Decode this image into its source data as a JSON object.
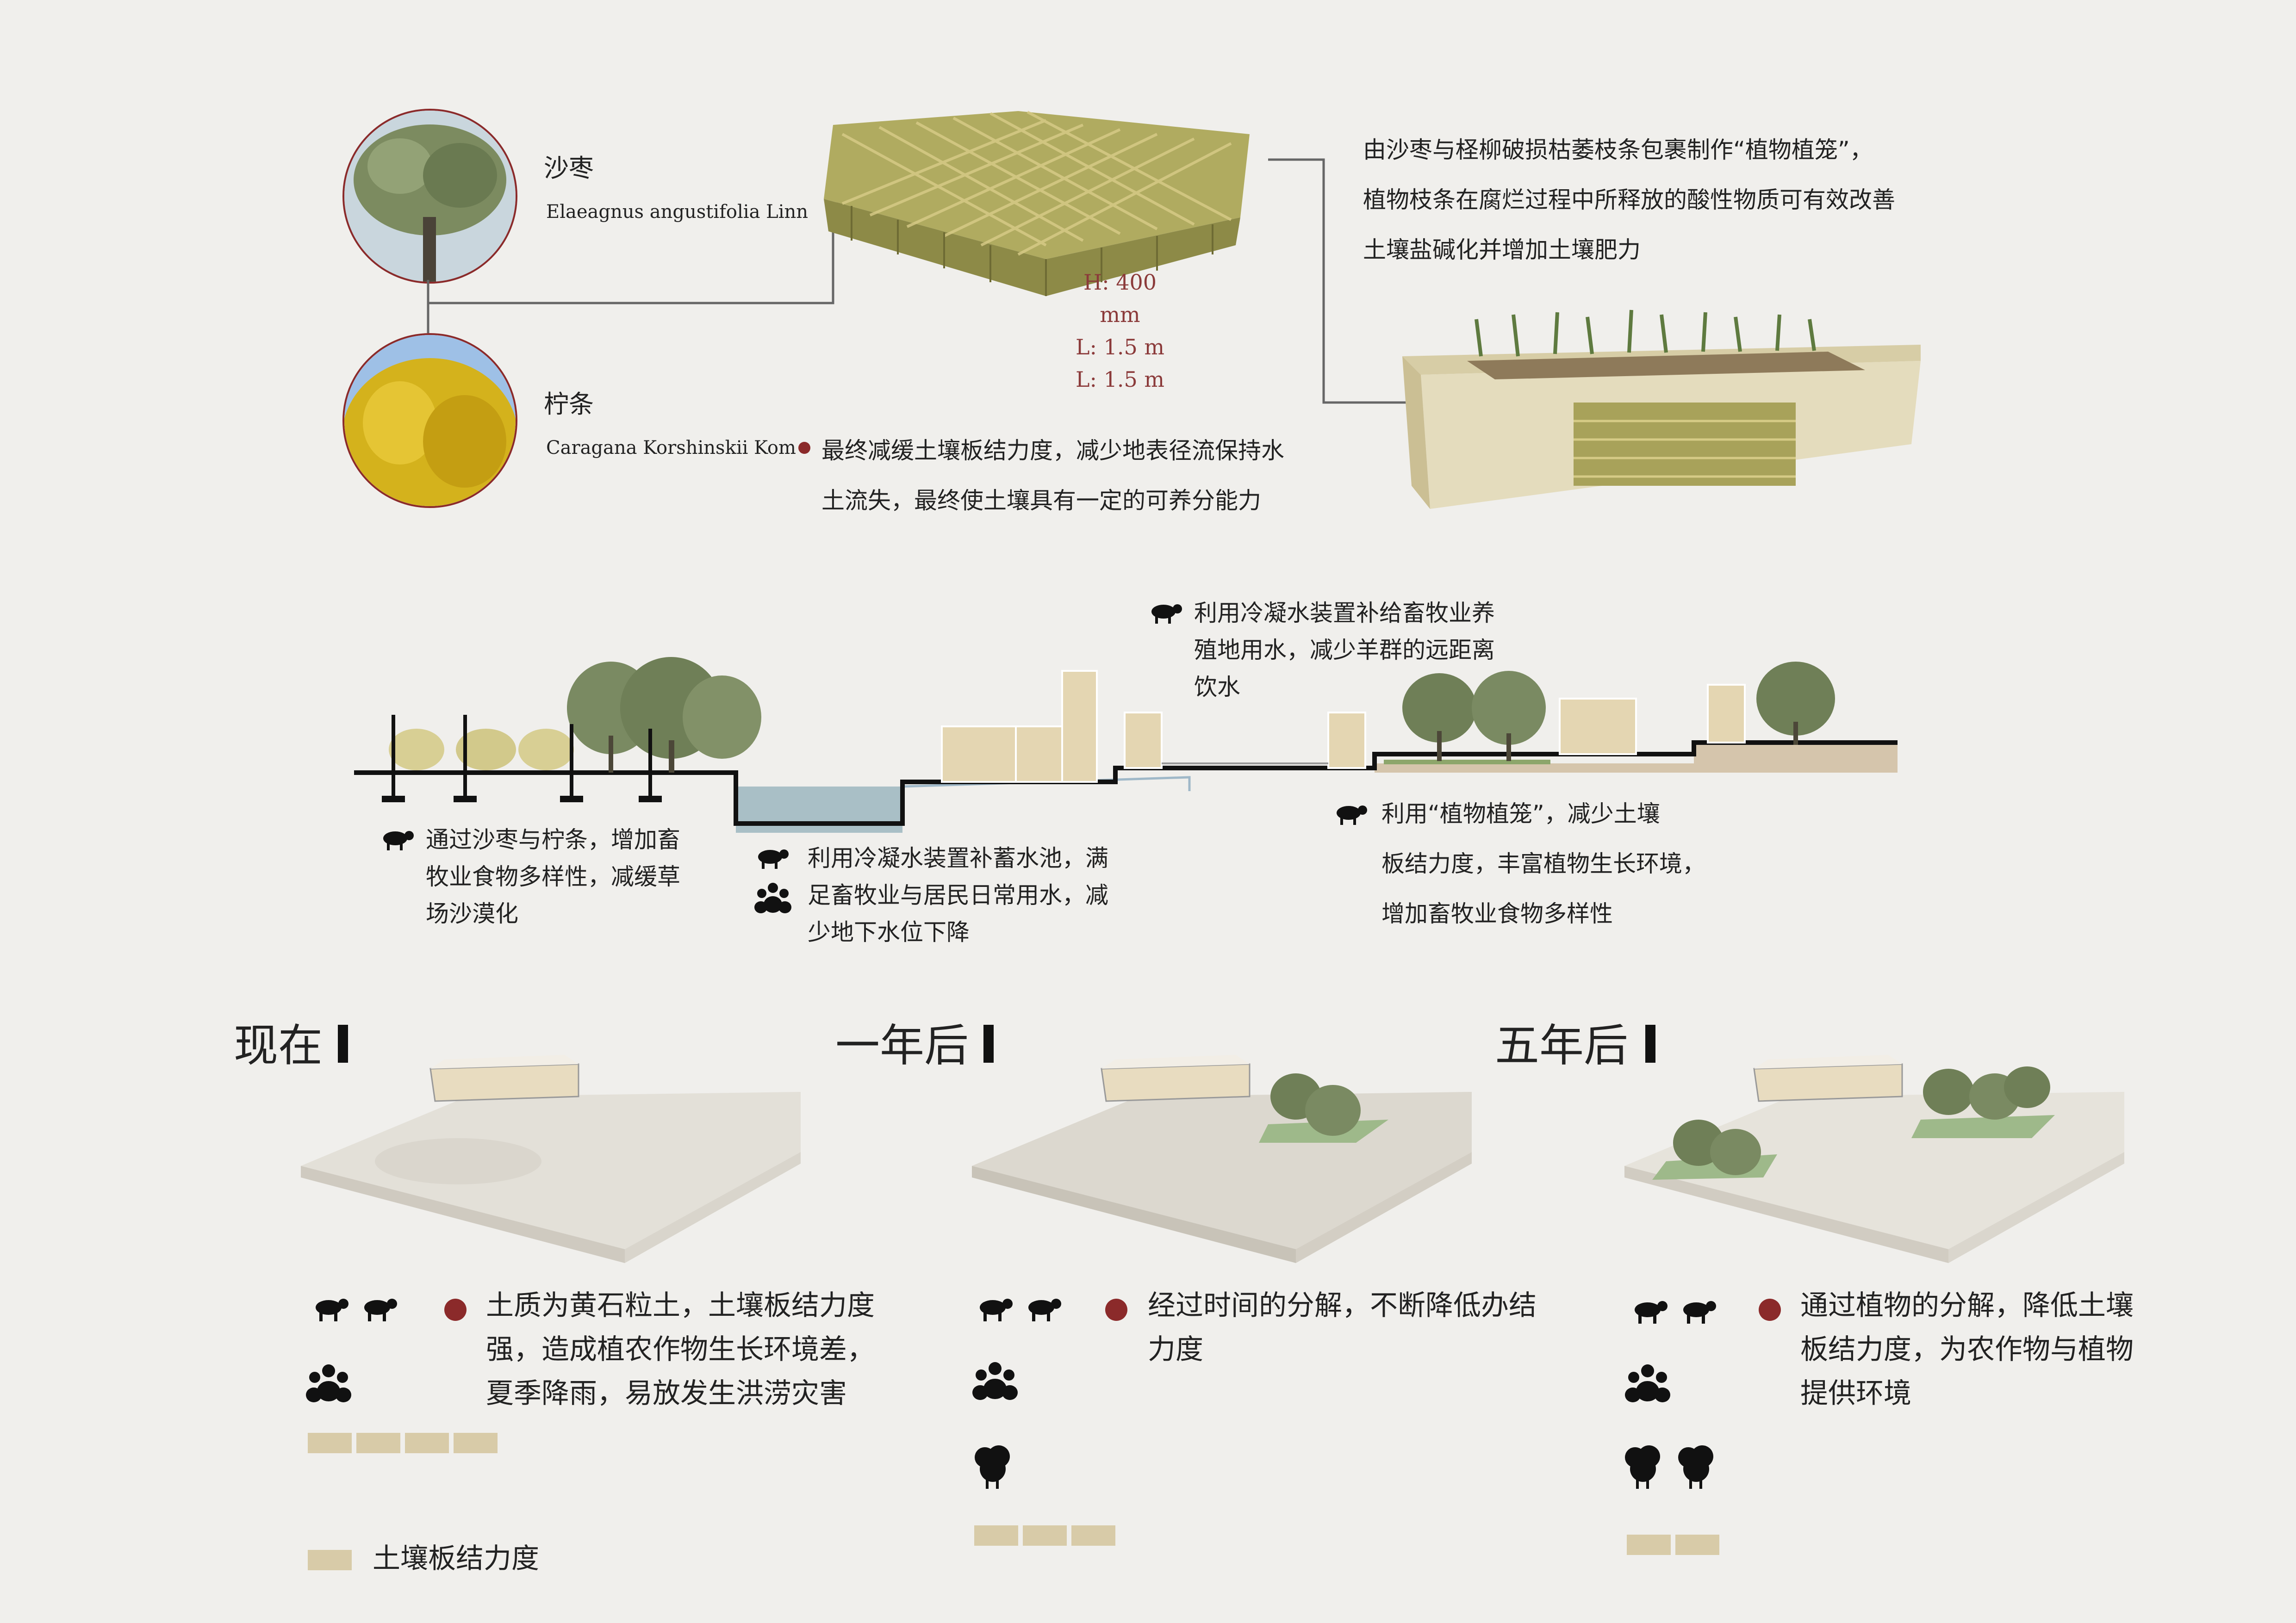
{
  "species": [
    {
      "cn": "沙枣",
      "latin": "Elaeagnus angustifolia Linn"
    },
    {
      "cn": "柠条",
      "latin": "Caragana Korshinskii Kom"
    }
  ],
  "cage_dims": [
    "H: 400 mm",
    "L: 1.5 m",
    "L: 1.5 m"
  ],
  "cage_description": [
    "由沙枣与柽柳破损枯萎枝条包裹制作“植物植笼”，",
    "植物枝条在腐烂过程中所释放的酸性物质可有效改善",
    "土壤盐碱化并增加土壤肥力"
  ],
  "cage_effect": [
    "最终减缓土壤板结力度，减少地表径流保持水",
    "土流失，最终使土壤具有一定的可养分能力"
  ],
  "section_notes": {
    "top": [
      "利用冷凝水装置补给畜牧业养",
      "殖地用水，减少羊群的远距离",
      "饮水"
    ],
    "left": [
      "通过沙枣与柠条，增加畜",
      "牧业食物多样性，减缓草",
      "场沙漠化"
    ],
    "middle": [
      "利用冷凝水装置补蓄水池，满",
      "足畜牧业与居民日常用水，减",
      "少地下水位下降"
    ],
    "right": [
      "利用“植物植笼”，减少土壤",
      "板结力度，丰富植物生长环境，",
      "增加畜牧业食物多样性"
    ]
  },
  "stages": [
    {
      "title": "现在",
      "text": [
        "土质为黄石粒土，土壤板结力度",
        "强，造成植农作物生长环境差，",
        "夏季降雨，易放发生洪涝灾害"
      ],
      "sheep": 2,
      "people": 1,
      "trees": 0,
      "soil": 4
    },
    {
      "title": "一年后",
      "text": [
        "经过时间的分解，不断降低办结",
        "力度"
      ],
      "sheep": 2,
      "people": 1,
      "trees": 1,
      "soil": 3
    },
    {
      "title": "五年后",
      "text": [
        "通过植物的分解，降低土壤",
        "板结力度，为农作物与植物",
        "提供环境"
      ],
      "sheep": 2,
      "people": 1,
      "trees": 2,
      "soil": 2
    }
  ],
  "legend": {
    "label": "土壤板结力度"
  },
  "colors": {
    "accent": "#8b2a2a",
    "soil": "#d8cba8",
    "water": "#a9bfc6",
    "leaf": "#6f8a4c",
    "cage": "#a6a25a"
  },
  "icons": [
    "sheep-icon",
    "people-icon",
    "tree-icon"
  ]
}
